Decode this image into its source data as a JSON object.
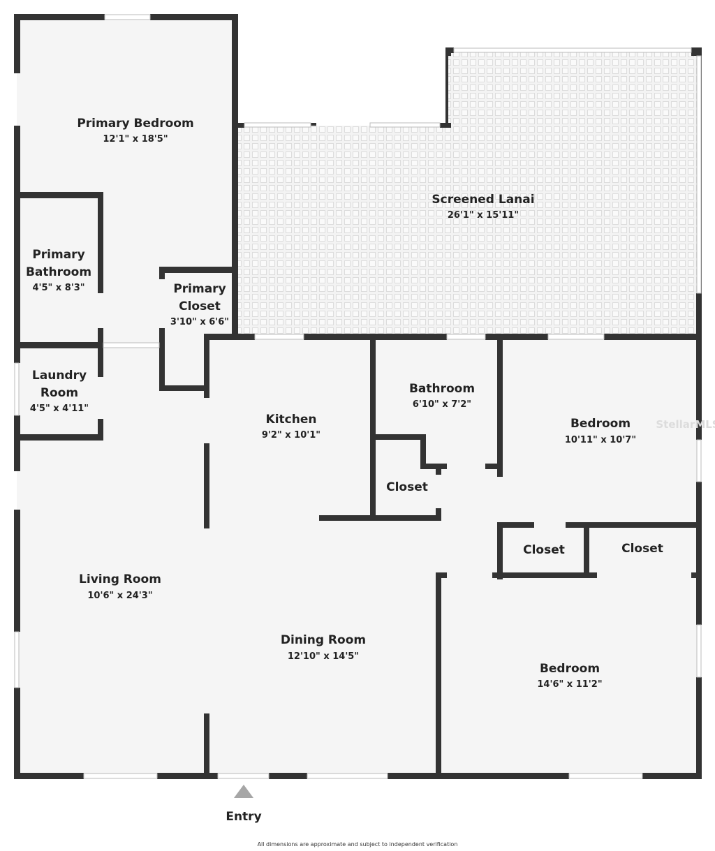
{
  "rooms": {
    "primary_bedroom": {
      "name": "Primary Bedroom",
      "dims": "12'1\" x 18'5\""
    },
    "screened_lanai": {
      "name": "Screened Lanai",
      "dims": "26'1\" x 15'11\""
    },
    "primary_bathroom": {
      "name_line1": "Primary",
      "name_line2": "Bathroom",
      "dims": "4'5\" x 8'3\""
    },
    "primary_closet": {
      "name_line1": "Primary",
      "name_line2": "Closet",
      "dims": "3'10\" x 6'6\""
    },
    "laundry_room": {
      "name_line1": "Laundry",
      "name_line2": "Room",
      "dims": "4'5\" x 4'11\""
    },
    "kitchen": {
      "name": "Kitchen",
      "dims": "9'2\" x 10'1\""
    },
    "bathroom": {
      "name": "Bathroom",
      "dims": "6'10\" x 7'2\""
    },
    "bedroom_1": {
      "name": "Bedroom",
      "dims": "10'11\" x 10'7\""
    },
    "hall_closet": {
      "name": "Closet"
    },
    "bedroom_closet_1": {
      "name": "Closet"
    },
    "bedroom_closet_2": {
      "name": "Closet"
    },
    "living_room": {
      "name": "Living Room",
      "dims": "10'6\" x 24'3\""
    },
    "dining_room": {
      "name": "Dining Room",
      "dims": "12'10\" x 14'5\""
    },
    "bedroom_2": {
      "name": "Bedroom",
      "dims": "14'6\" x 11'2\""
    }
  },
  "entry": {
    "label": "Entry"
  },
  "footnote": "All dimensions are approximate and subject to independent verification",
  "watermark": "StellarMLS",
  "colors": {
    "wall": "#333333",
    "floor": "#f5f5f5",
    "entry_arrow": "#a6a6a6"
  }
}
